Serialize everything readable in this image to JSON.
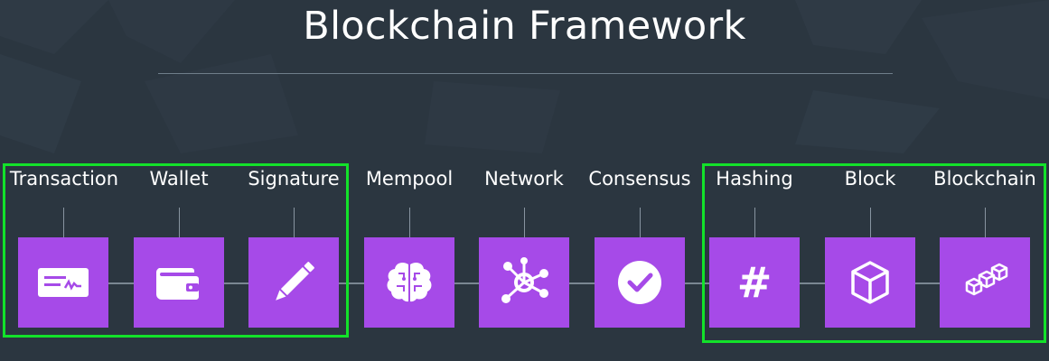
{
  "title": "Blockchain Framework",
  "colors": {
    "background": "#2b3640",
    "tile": "#a64ae8",
    "group_highlight": "#13e22a",
    "text": "#ffffff"
  },
  "steps": [
    {
      "label": "Transaction",
      "icon": "check-icon"
    },
    {
      "label": "Wallet",
      "icon": "wallet-icon"
    },
    {
      "label": "Signature",
      "icon": "pencil-icon"
    },
    {
      "label": "Mempool",
      "icon": "brain-icon"
    },
    {
      "label": "Network",
      "icon": "network-icon"
    },
    {
      "label": "Consensus",
      "icon": "checkmark-circle-icon"
    },
    {
      "label": "Hashing",
      "icon": "hash-icon",
      "glyph": "#"
    },
    {
      "label": "Block",
      "icon": "cube-icon"
    },
    {
      "label": "Blockchain",
      "icon": "blocks-icon"
    }
  ]
}
